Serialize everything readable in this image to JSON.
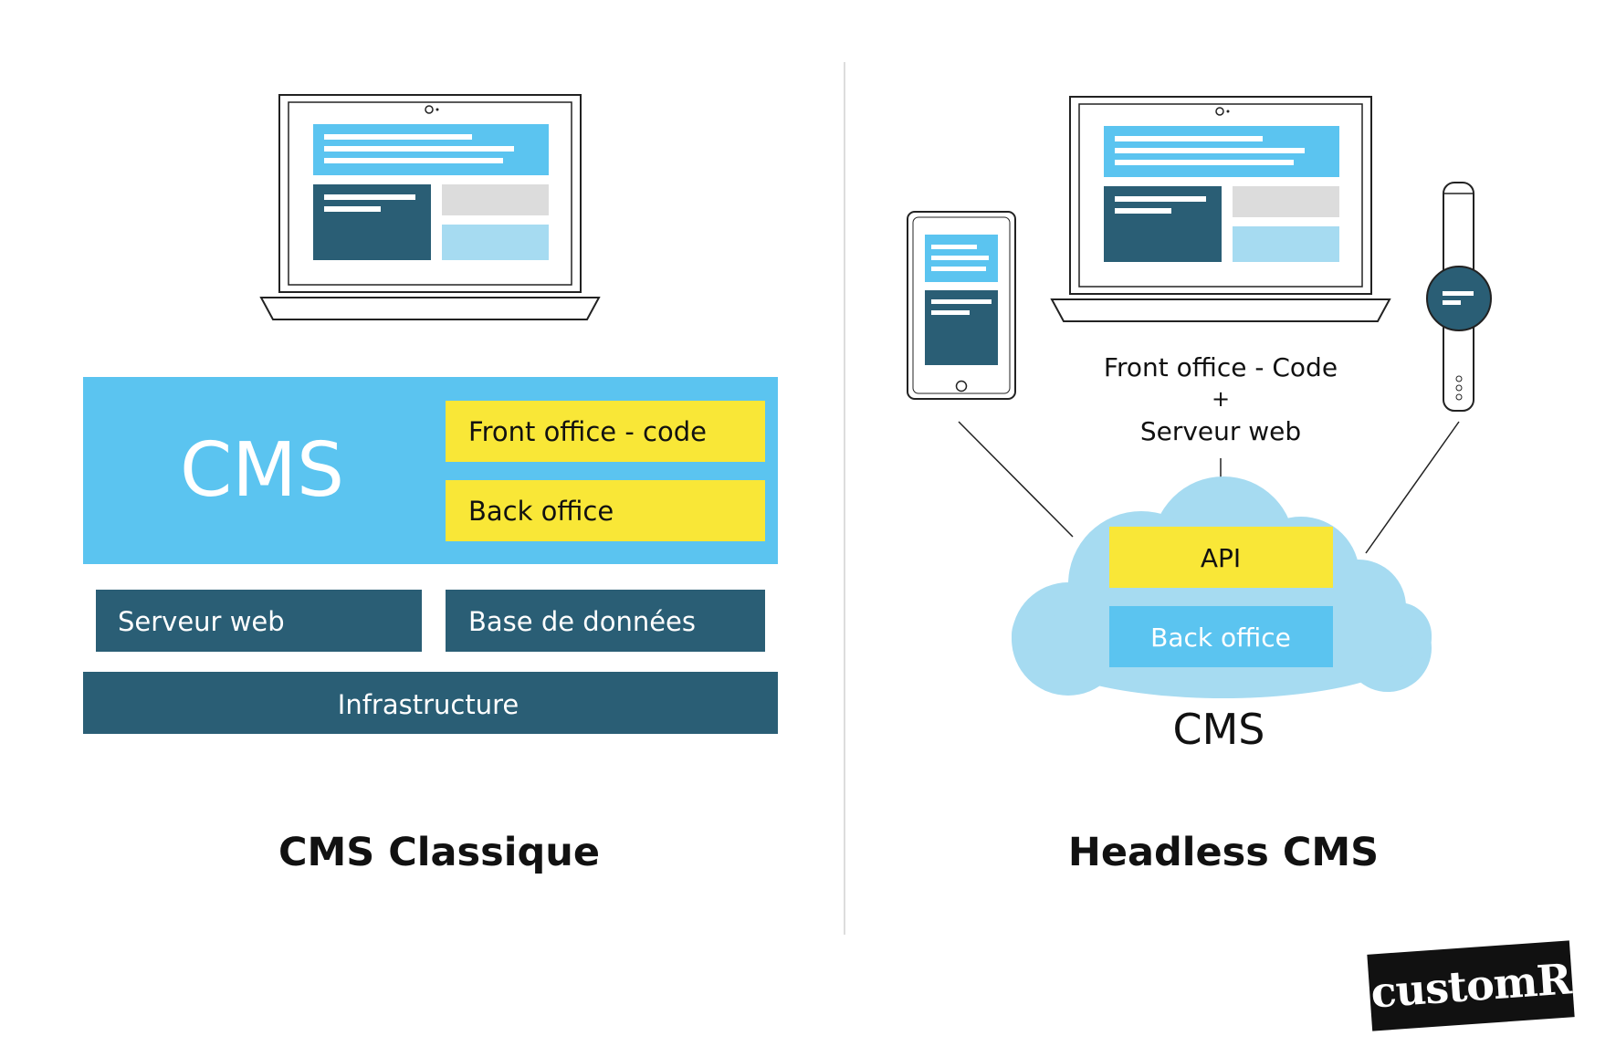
{
  "colors": {
    "primary_blue": "#5bc4f0",
    "dark_teal": "#2a5e75",
    "yellow": "#f9e737",
    "light_blue": "#a6dbf1",
    "grey": "#dcdcdc",
    "outline": "#222222"
  },
  "classic": {
    "cms_label": "CMS",
    "front_office": "Front office - code",
    "back_office": "Back office",
    "web_server": "Serveur web",
    "database": "Base de données",
    "infrastructure": "Infrastructure",
    "title": "CMS Classique"
  },
  "headless": {
    "front_office_line1": "Front office - Code",
    "plus": "+",
    "front_office_line2": "Serveur web",
    "api": "API",
    "back_office": "Back office",
    "cms_label": "CMS",
    "title": "Headless CMS"
  },
  "logo": "customR"
}
